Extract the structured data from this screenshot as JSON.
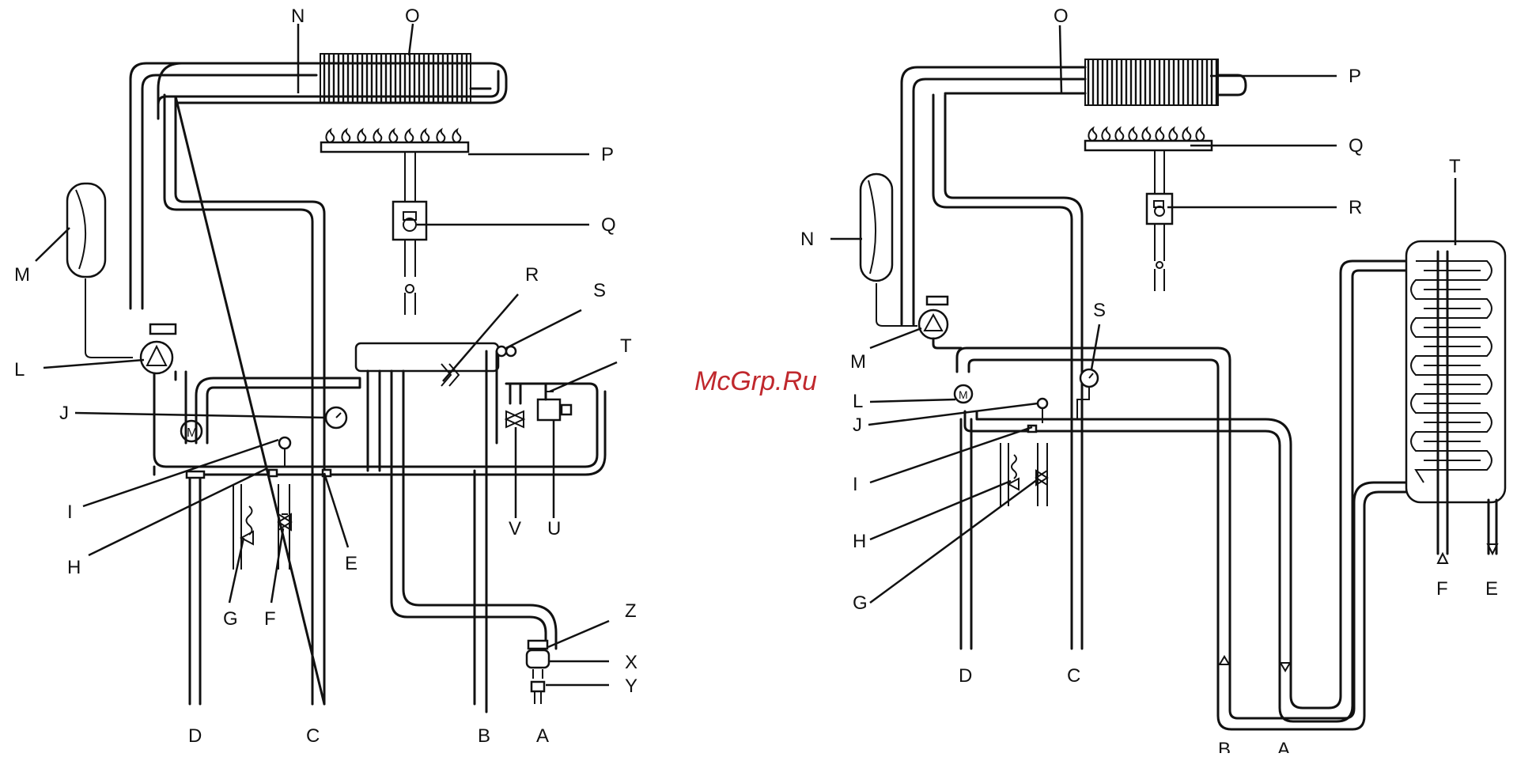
{
  "watermark": "McGrp.Ru",
  "diagram_left": {
    "labels": {
      "N": "N",
      "O": "O",
      "P": "P",
      "Q": "Q",
      "R": "R",
      "S": "S",
      "T": "T",
      "M": "M",
      "L": "L",
      "J": "J",
      "I": "I",
      "H": "H",
      "G": "G",
      "F": "F",
      "E": "E",
      "V": "V",
      "U": "U",
      "Z": "Z",
      "X": "X",
      "Y": "Y",
      "D": "D",
      "C": "C",
      "B": "B",
      "A": "A"
    }
  },
  "diagram_right": {
    "labels": {
      "O": "O",
      "P": "P",
      "Q": "Q",
      "R": "R",
      "T": "T",
      "N": "N",
      "M": "M",
      "S": "S",
      "L": "L",
      "J": "J",
      "I": "I",
      "H": "H",
      "G": "G",
      "D": "D",
      "C": "C",
      "B": "B",
      "A": "A",
      "F": "F",
      "E": "E"
    }
  }
}
